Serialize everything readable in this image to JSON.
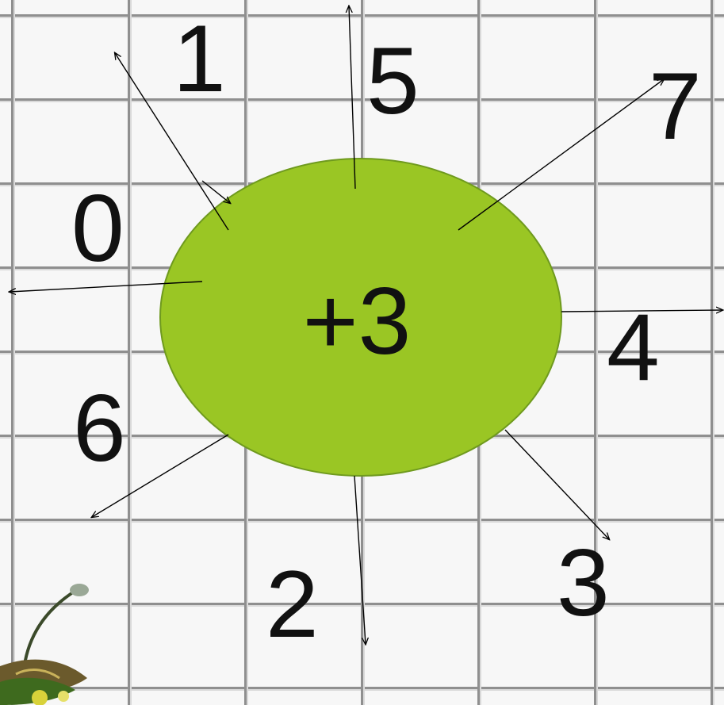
{
  "center": {
    "label": "+3",
    "fill": "#9ac624",
    "stroke": "#6f9a1e"
  },
  "numbers": [
    "1",
    "5",
    "7",
    "0",
    "4",
    "6",
    "2",
    "3"
  ],
  "colors": {
    "arrow": "#000000",
    "grid_line": "#8f8f8f",
    "background": "#f7f7f7"
  },
  "decoration": {
    "icon": "flower-plant-icon"
  }
}
